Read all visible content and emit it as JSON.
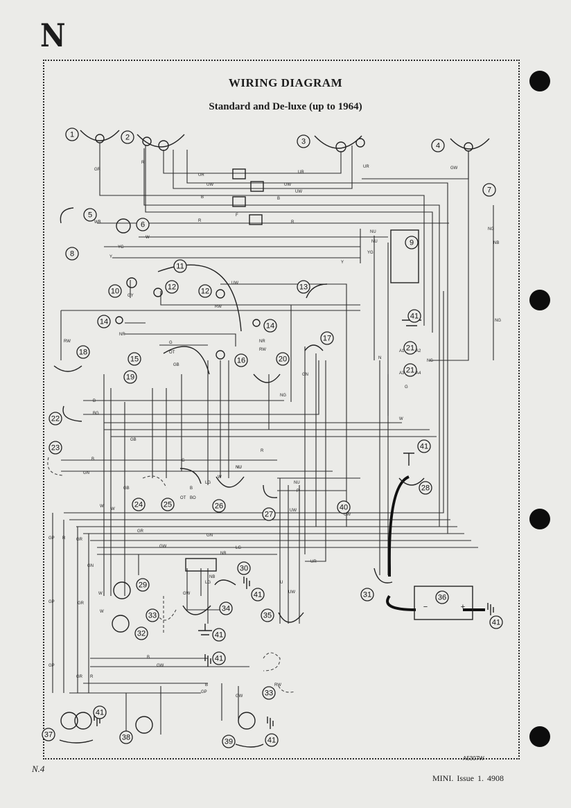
{
  "page": {
    "section_letter": "N",
    "title": "WIRING DIAGRAM",
    "subtitle": "Standard and De-luxe (up to 1964)",
    "drawing_ref": "A5307W",
    "page_number": "N.4",
    "issue_line": "MINI.   Issue 1.   4908"
  },
  "callouts": [
    "1",
    "2",
    "3",
    "4",
    "5",
    "6",
    "7",
    "8",
    "9",
    "10",
    "11",
    "12",
    "12",
    "13",
    "14",
    "14",
    "15",
    "16",
    "17",
    "18",
    "19",
    "20",
    "21",
    "21",
    "22",
    "23",
    "24",
    "25",
    "26",
    "27",
    "28",
    "29",
    "30",
    "31",
    "32",
    "33",
    "33",
    "34",
    "35",
    "36",
    "37",
    "38",
    "39",
    "40",
    "41",
    "41",
    "41",
    "41",
    "41",
    "41",
    "41",
    "41"
  ],
  "wire_codes": [
    "GR",
    "R",
    "UR",
    "UR",
    "UR",
    "UW",
    "UW",
    "UW",
    "B",
    "B",
    "F",
    "R",
    "R",
    "GW",
    "WB",
    "W",
    "YG",
    "Y",
    "NU",
    "NU",
    "YG",
    "Y",
    "GY",
    "RW",
    "UW",
    "RW",
    "NR",
    "G",
    "OT",
    "GB",
    "NG",
    "NR",
    "RW",
    "B",
    "BG",
    "B",
    "GN",
    "NU",
    "NG",
    "N",
    "A1",
    "A2",
    "A3",
    "A4",
    "G",
    "W",
    "GB",
    "LG",
    "GN",
    "R",
    "W",
    "NU",
    "GB",
    "W",
    "W",
    "G",
    "B",
    "OT",
    "BO",
    "NU",
    "P",
    "UR",
    "UW",
    "UW",
    "GR",
    "GN",
    "GW",
    "LG",
    "NB",
    "GP",
    "R",
    "GR",
    "GN",
    "W",
    "W",
    "NB",
    "LG",
    "GW",
    "U",
    "UW",
    "GP",
    "GR",
    "GP",
    "B",
    "B",
    "GW",
    "R",
    "GR",
    "GP",
    "GW",
    "RW",
    "NB",
    "NG",
    "NG"
  ],
  "symbols": {
    "battery": "36",
    "battery_minus": "−",
    "battery_plus": "+"
  }
}
